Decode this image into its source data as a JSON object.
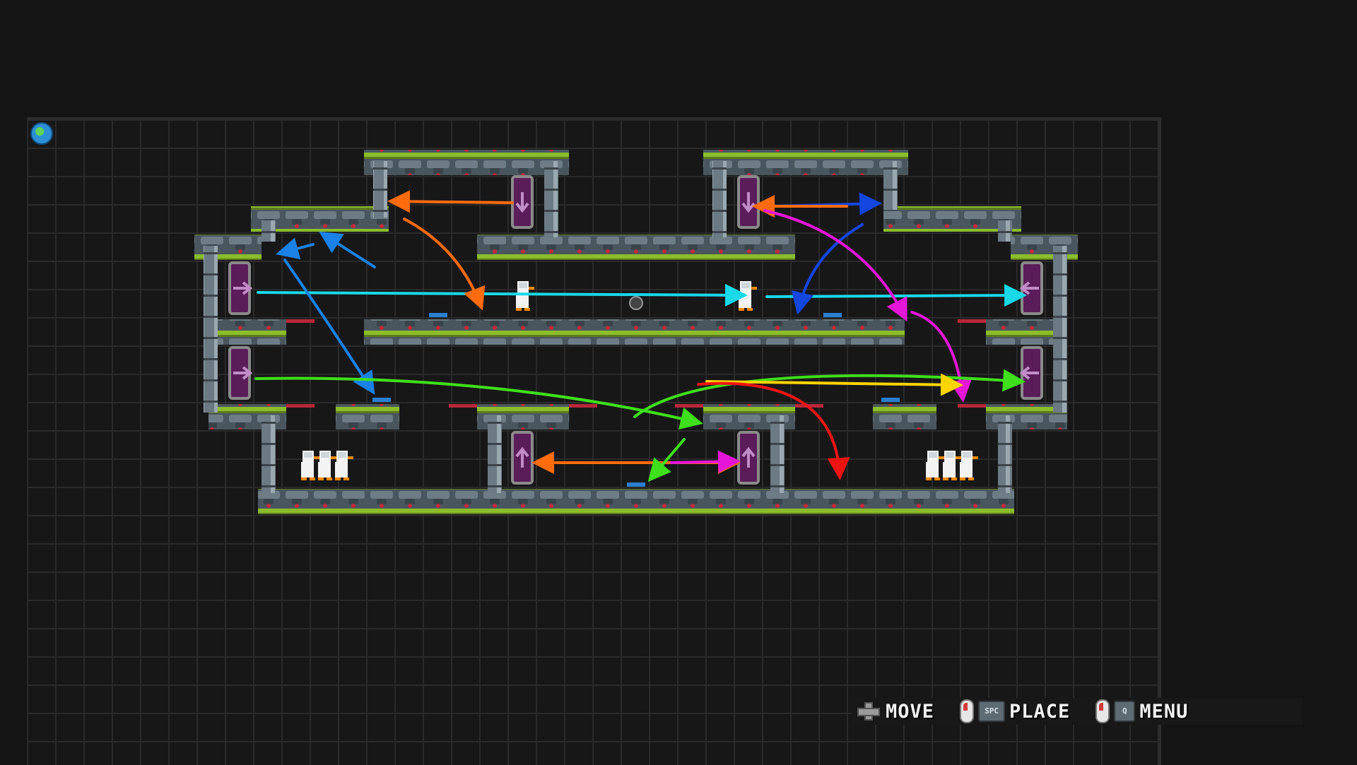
{
  "editor": {
    "globe_icon": "globe-icon"
  },
  "palette": {
    "platform_top": "#8bbd2a",
    "platform_body": "#4f5b63",
    "pillar": "#7a8890",
    "spawner": "#5a1d5a",
    "duck": "#f3f3f3",
    "beak": "#f08a00",
    "arrow_cyan": "#19d8e8",
    "arrow_blue": "#1a82e6",
    "arrow_darkblue": "#1446e0",
    "arrow_orange": "#ff6b0d",
    "arrow_green": "#3ee01b",
    "arrow_magenta": "#e616d8",
    "arrow_red": "#ee1414",
    "arrow_yellow": "#ffd400"
  },
  "controls": {
    "move": {
      "label": "MOVE",
      "icon": "dpad-icon"
    },
    "place": {
      "label": "PLACE",
      "key": "SPC",
      "icon": "mouse-left-icon"
    },
    "menu": {
      "label": "MENU",
      "key": "Q",
      "icon": "mouse-right-icon"
    }
  }
}
